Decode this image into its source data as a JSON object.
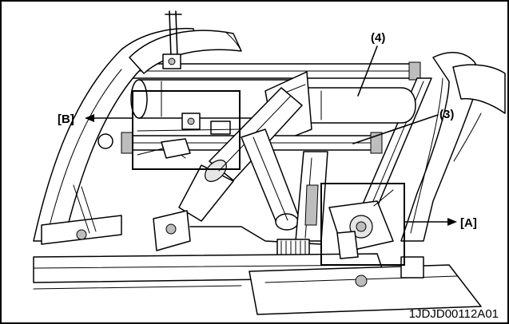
{
  "labels": {
    "part_4": "(4)",
    "part_3": "(3)",
    "detail_a": "[A]",
    "detail_b": "[B]"
  },
  "figure_code": "1JDJD00112A01"
}
